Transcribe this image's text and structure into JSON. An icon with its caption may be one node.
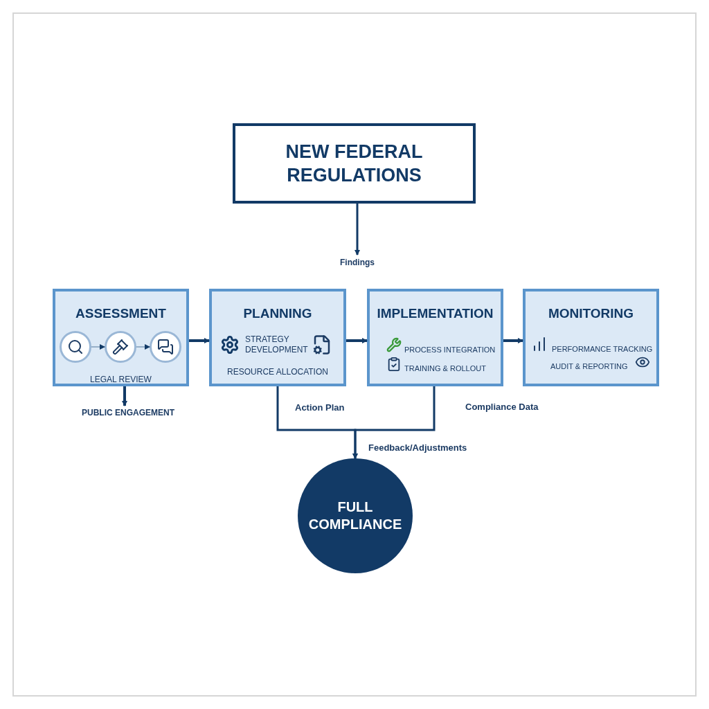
{
  "diagram": {
    "nodes": [
      {
        "text": [
          "NEW FEDERAL REGULATIONS"
        ]
      },
      {
        "text": [
          "Findings"
        ]
      },
      {
        "text": [
          "ASSESSMENT",
          "LEGAL REVIEW"
        ]
      },
      {
        "text": [],
        "shape": "circle",
        "in": 2
      },
      {
        "text": [],
        "shape": "circle",
        "in": 2
      },
      {
        "text": [],
        "shape": "circle",
        "in": 2
      },
      {
        "text": [
          "PUBLIC ENGAGEMENT"
        ]
      },
      {
        "text": [
          "PLANNING",
          "STRATEGY DEVELOPMENT",
          "RESOURCE ALLOCATION"
        ]
      },
      {
        "text": [
          "IMPLEMENTATION",
          "PROCESS INTEGRATION",
          "TRAINING & ROLLOUT"
        ]
      },
      {
        "text": [
          "MONITORING",
          "PERFORMANCE TRACKING",
          "AUDIT & REPORTING"
        ]
      },
      {
        "text": [
          "FULL COMPLIANCE"
        ]
      }
    ],
    "edges": [
      {
        "from": 0,
        "to": 1,
        "arrow": "to"
      },
      {
        "from": 3,
        "to": 4,
        "arrow": "to",
        "color": "#7f9bb8"
      },
      {
        "from": 4,
        "to": 5,
        "arrow": "to",
        "color": "#7f9bb8"
      },
      {
        "from": 2,
        "to": 6,
        "arrow": "to"
      },
      {
        "from": 2,
        "to": 7,
        "arrow": "to"
      },
      {
        "from": 7,
        "to": 8,
        "arrow": "to"
      },
      {
        "from": 8,
        "to": 9,
        "arrow": "to"
      },
      {
        "from": 7,
        "to": 10,
        "arrow": "to",
        "label": "Action Plan"
      },
      {
        "from": 8,
        "to": 10,
        "arrow": "to",
        "label": "Compliance Data"
      }
    ],
    "labels": [
      "Feedback/Adjustments"
    ]
  }
}
